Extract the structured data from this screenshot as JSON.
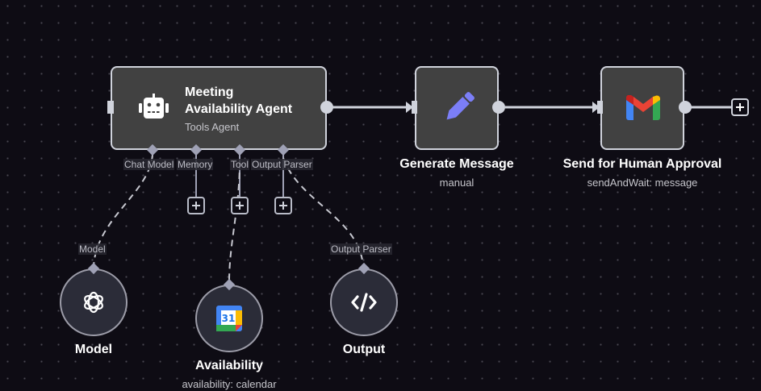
{
  "workflow": {
    "nodes": {
      "agent": {
        "title_line1": "Meeting",
        "title_line2": "Availability Agent",
        "subtitle": "Tools Agent",
        "icon": "robot-icon",
        "ports": {
          "chat_model": "Chat Model",
          "memory": "Memory",
          "tool": "Tool",
          "output_parser": "Output Parser"
        }
      },
      "generate_message": {
        "title": "Generate Message",
        "subtitle": "manual",
        "icon": "pencil-icon",
        "icon_color": "#7b7ef7"
      },
      "send_approval": {
        "title": "Send for Human Approval",
        "subtitle": "sendAndWait: message",
        "icon": "gmail-icon"
      },
      "model": {
        "title": "Model",
        "port_label": "Model",
        "icon": "openai-icon"
      },
      "availability": {
        "title": "Availability",
        "subtitle": "availability: calendar",
        "icon": "google-calendar-icon",
        "calendar_day": "31"
      },
      "output": {
        "title": "Output",
        "port_label": "Output Parser",
        "icon": "code-icon"
      }
    },
    "add_buttons": [
      "memory",
      "tool",
      "output_parser",
      "end"
    ]
  },
  "colors": {
    "canvas_bg": "#0e0c14",
    "node_bg": "#414141",
    "node_border": "#d0d3dc",
    "sub_node_bg": "#2b2c38",
    "sub_connector": "#9fa1b5",
    "pencil": "#7b7ef7"
  }
}
